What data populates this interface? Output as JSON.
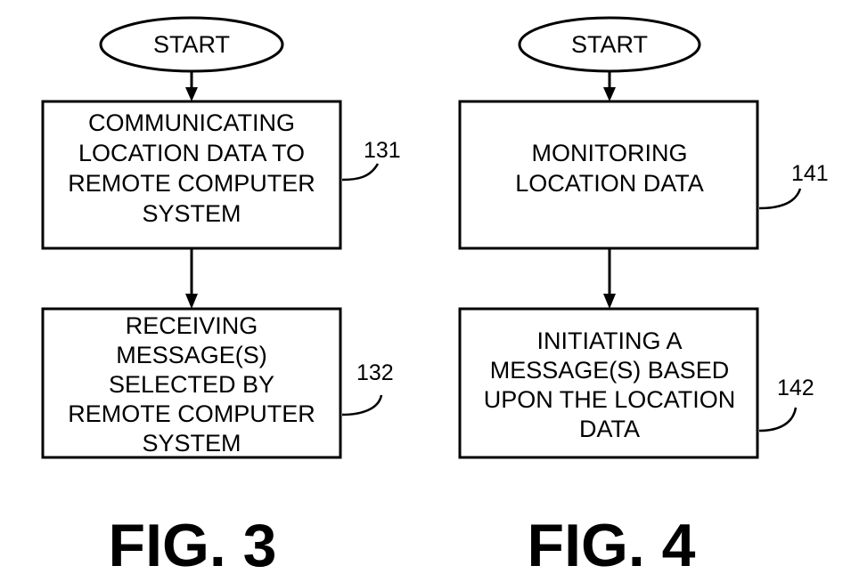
{
  "figures": [
    {
      "caption": "FIG. 3",
      "start": "START",
      "steps": [
        {
          "ref": "131",
          "lines": [
            "COMMUNICATING",
            "LOCATION DATA TO",
            "REMOTE COMPUTER",
            "SYSTEM"
          ]
        },
        {
          "ref": "132",
          "lines": [
            "RECEIVING",
            "MESSAGE(S)",
            "SELECTED BY",
            "REMOTE COMPUTER",
            "SYSTEM"
          ]
        }
      ]
    },
    {
      "caption": "FIG. 4",
      "start": "START",
      "steps": [
        {
          "ref": "141",
          "lines": [
            "MONITORING",
            "LOCATION DATA"
          ]
        },
        {
          "ref": "142",
          "lines": [
            "INITIATING A",
            "MESSAGE(S) BASED",
            "UPON THE LOCATION",
            "DATA"
          ]
        }
      ]
    }
  ]
}
